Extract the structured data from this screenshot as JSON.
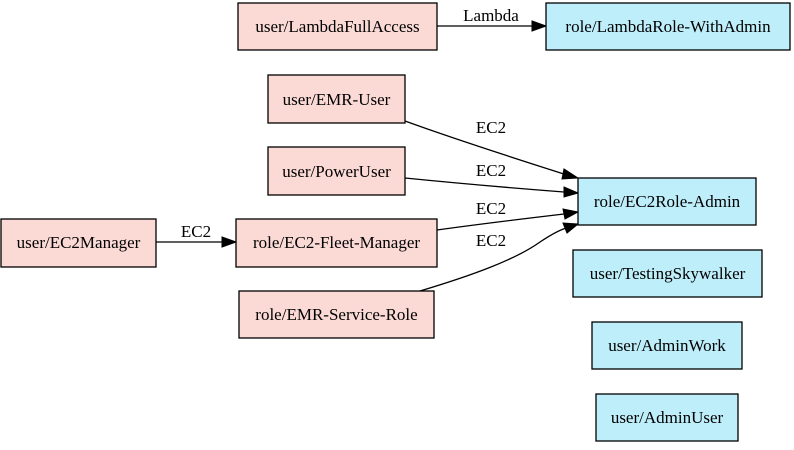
{
  "colors": {
    "source_fill": "#fbdad6",
    "target_fill": "#bfeefb"
  },
  "nodes": {
    "lambda_full_access": {
      "label": "user/LambdaFullAccess",
      "kind": "source"
    },
    "lambda_role_admin": {
      "label": "role/LambdaRole-WithAdmin",
      "kind": "target"
    },
    "emr_user": {
      "label": "user/EMR-User",
      "kind": "source"
    },
    "power_user": {
      "label": "user/PowerUser",
      "kind": "source"
    },
    "ec2_manager": {
      "label": "user/EC2Manager",
      "kind": "source"
    },
    "ec2_fleet_manager": {
      "label": "role/EC2-Fleet-Manager",
      "kind": "source"
    },
    "emr_service_role": {
      "label": "role/EMR-Service-Role",
      "kind": "source"
    },
    "ec2_role_admin": {
      "label": "role/EC2Role-Admin",
      "kind": "target"
    },
    "testing_skywalker": {
      "label": "user/TestingSkywalker",
      "kind": "target"
    },
    "admin_work": {
      "label": "user/AdminWork",
      "kind": "target"
    },
    "admin_user": {
      "label": "user/AdminUser",
      "kind": "target"
    }
  },
  "edges": [
    {
      "id": "lambda-edge",
      "from": "lambda_full_access",
      "to": "lambda_role_admin",
      "label": "Lambda"
    },
    {
      "id": "emr-user-edge",
      "from": "emr_user",
      "to": "ec2_role_admin",
      "label": "EC2"
    },
    {
      "id": "power-user-edge",
      "from": "power_user",
      "to": "ec2_role_admin",
      "label": "EC2"
    },
    {
      "id": "ec2-manager-edge",
      "from": "ec2_manager",
      "to": "ec2_fleet_manager",
      "label": "EC2"
    },
    {
      "id": "fleet-manager-edge",
      "from": "ec2_fleet_manager",
      "to": "ec2_role_admin",
      "label": "EC2"
    },
    {
      "id": "emr-service-edge",
      "from": "emr_service_role",
      "to": "ec2_role_admin",
      "label": "EC2"
    }
  ]
}
